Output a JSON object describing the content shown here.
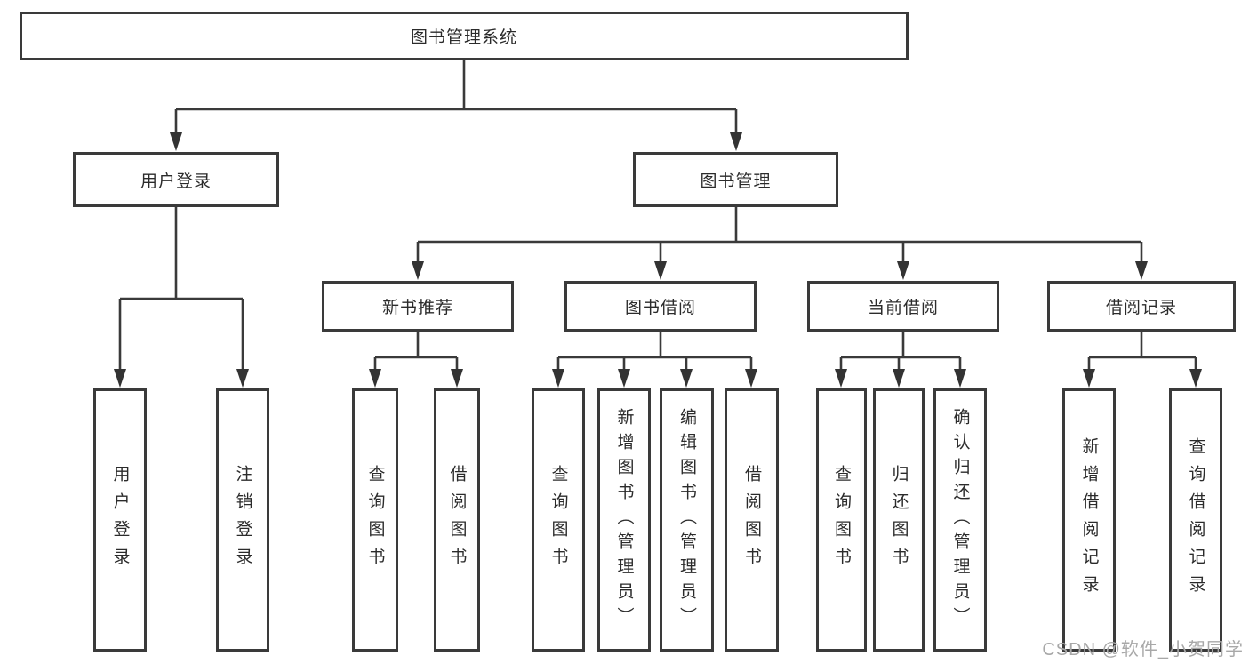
{
  "diagram": {
    "title": "图书管理系统",
    "level2": {
      "user_login": "用户登录",
      "book_management": "图书管理"
    },
    "level3": {
      "new_books": "新书推荐",
      "book_borrowing": "图书借阅",
      "current_borrowing": "当前借阅",
      "borrowing_records": "借阅记录"
    },
    "leaves": {
      "user_login": [
        "用户登录",
        "注销登录"
      ],
      "new_books": [
        "查询图书",
        "借阅图书"
      ],
      "book_borrowing": [
        "查询图书",
        "新增图书（管理员）",
        "编辑图书（管理员）",
        "借阅图书"
      ],
      "current_borrowing": [
        "查询图书",
        "归还图书",
        "确认归还（管理员）"
      ],
      "borrowing_records": [
        "新增借阅记录",
        "查询借阅记录"
      ]
    }
  },
  "watermark": {
    "text": "CSDN @软件_小贺同学"
  },
  "colors": {
    "line": "#3a3a3a",
    "box_border": "#3a3a3a",
    "text": "#2b2b2b",
    "background": "#ffffff",
    "watermark": "#a8a8a8"
  }
}
